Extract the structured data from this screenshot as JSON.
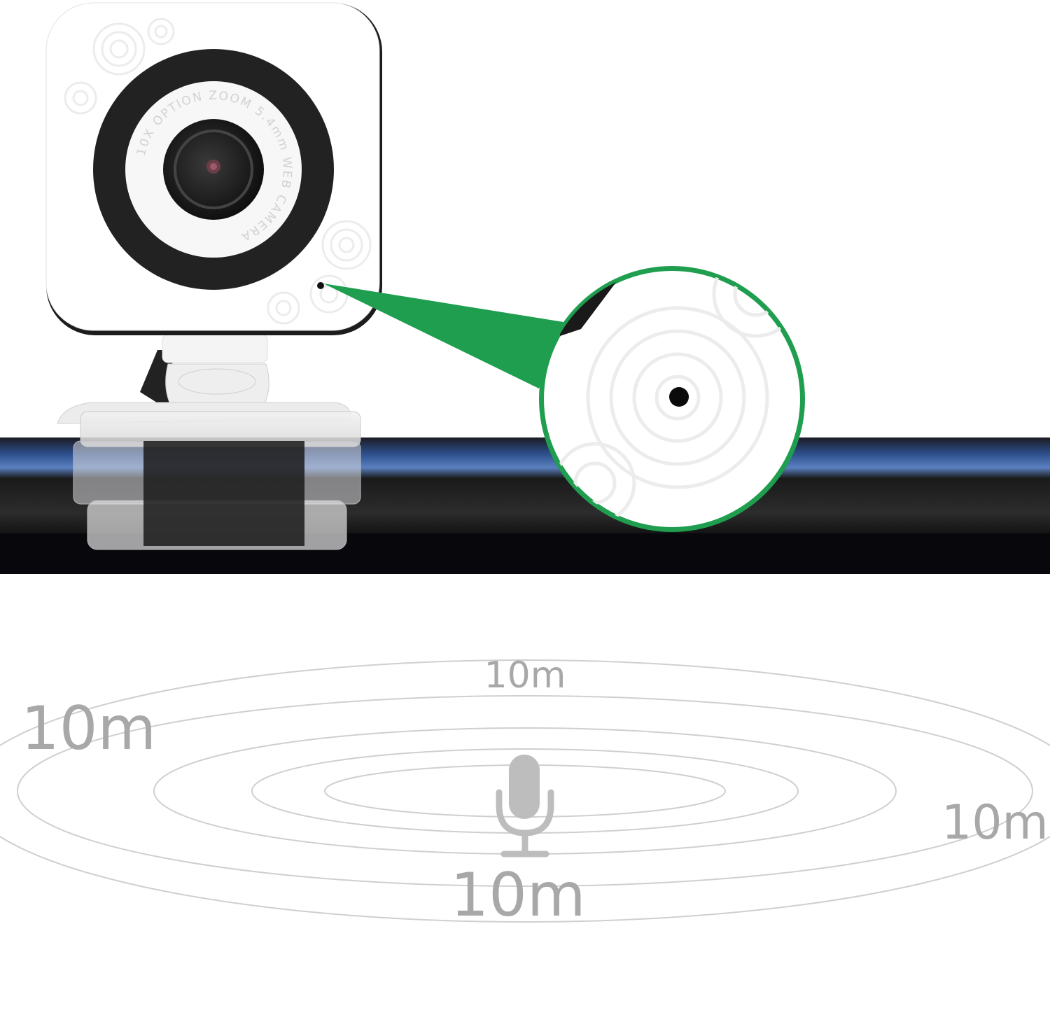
{
  "product": {
    "lens_ring_text": "10X OPTION ZOOM 5.4mm WEB CAMERA",
    "colors": {
      "housing": "#ffffff",
      "lens_ring": "#2a2a2a",
      "callout_green": "#1f9e4f",
      "monitor_bezel": "#111111",
      "monitor_stripe": "#3a5f9e"
    }
  },
  "callout": {
    "subject": "built-in microphone hole",
    "icon": "microphone-icon"
  },
  "pickup_range": {
    "labels": {
      "top": "10m",
      "left": "10m",
      "right": "10m",
      "bottom": "10m"
    },
    "label_color": "#a8a8a8",
    "ring_color": "#cccccc",
    "ring_count": 5
  }
}
